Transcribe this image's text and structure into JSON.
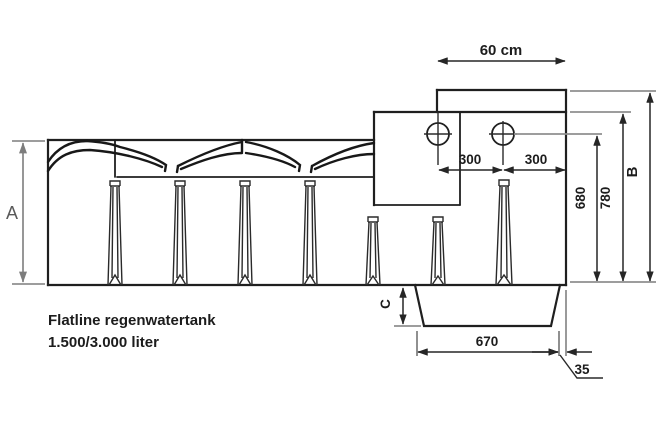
{
  "caption": {
    "line1": "Flatline regenwatertank",
    "line2": "1.500/3.000 liter"
  },
  "labels": {
    "top_width": "60 cm",
    "spacing_left": "300",
    "spacing_right": "300",
    "inlet_depth": "680",
    "shoulder_height": "780",
    "total_height": "B",
    "body_height": "A",
    "sump_depth": "C",
    "sump_width": "670",
    "sump_offset": "35"
  },
  "colors": {
    "outline": "#1f1f1f",
    "dimension_line": "#262626",
    "extension_line": "#8f8f8f",
    "gray_dimension": "#7d7d7d",
    "label_text": "#1c1c1c",
    "label_a_text": "#5a5a5a",
    "background": "#ffffff"
  }
}
